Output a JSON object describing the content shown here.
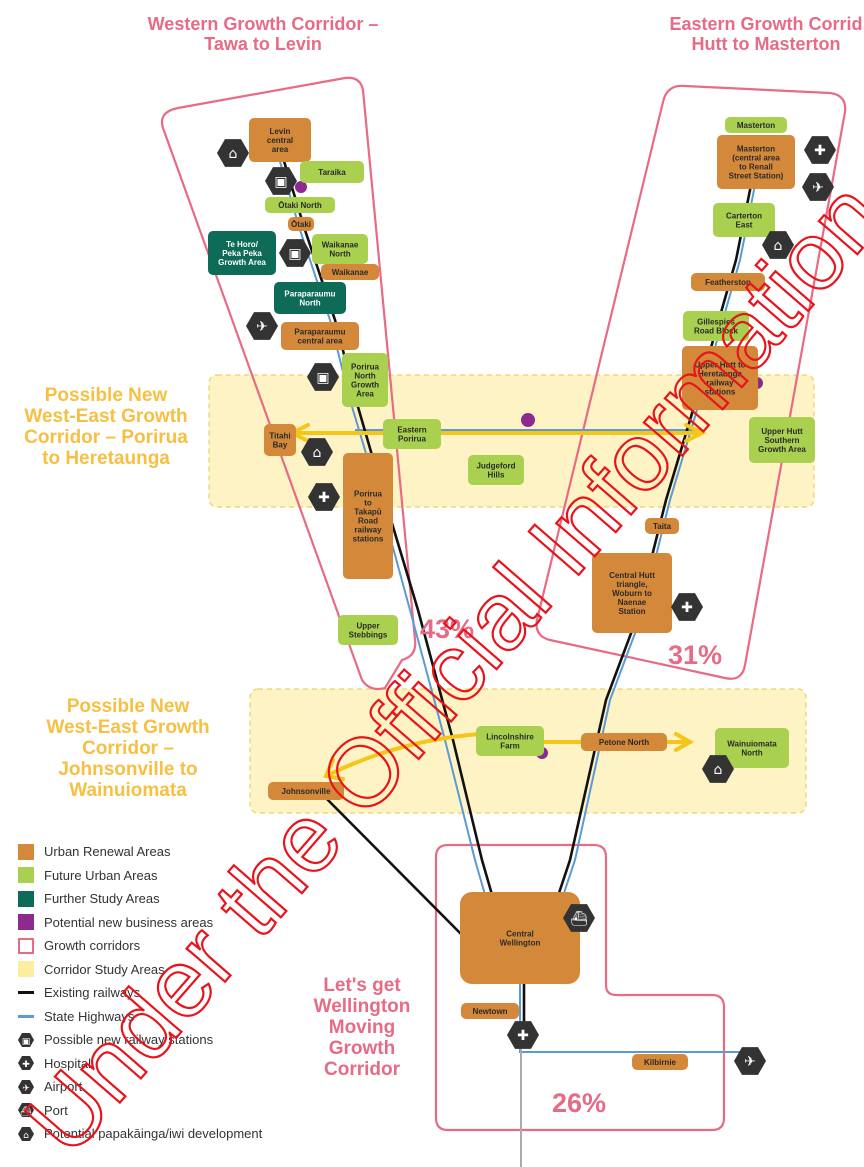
{
  "titles": {
    "western": "Western Growth Corridor –\nTawa to Levin",
    "eastern": "Eastern Growth Corrid\nHutt to Masterton"
  },
  "corridor_labels": {
    "porirua_heretaunga": "Possible New\nWest-East Growth\nCorridor – Porirua\nto Heretaunga",
    "johnsonville_wainuiomata": "Possible New\nWest-East Growth\nCorridor –\nJohnsonville to\nWainuiomata"
  },
  "lgwm_label": "Let's get\nWellington\nMoving\nGrowth\nCorridor",
  "percentages": {
    "west": "43%",
    "east": "31%",
    "central": "26%"
  },
  "places": {
    "levin": "Levin\ncentral\narea",
    "taraika": "Taraika",
    "otaki_north": "Ōtaki North",
    "otaki": "Ōtaki",
    "te_horo": "Te Horo/\nPeka Peka\nGrowth Area",
    "waikanae_north": "Waikanae\nNorth",
    "waikanae": "Waikanae",
    "paraparaumu_north": "Paraparaumu\nNorth",
    "paraparaumu_central": "Paraparaumu\ncentral area",
    "porirua_north": "Porirua\nNorth\nGrowth\nArea",
    "titahi_bay": "Titahi\nBay",
    "eastern_porirua": "Eastern\nPorirua",
    "judgeford": "Judgeford\nHills",
    "porirua_takapu": "Porirua\nto\nTakapū\nRoad\nrailway\nstations",
    "upper_stebbings": "Upper\nStebbings",
    "masterton": "Masterton",
    "masterton_central": "Masterton\n(central area\nto Renall\nStreet Station)",
    "carterton_east": "Carterton\nEast",
    "featherston": "Featherston",
    "gillespies": "Gillespies\nRoad Block",
    "upper_hutt_heretaunga": "Upper Hutt to\nHeretaunga\nrailway\nstations",
    "upper_hutt_southern": "Upper Hutt\nSouthern\nGrowth Area",
    "taita": "Taita",
    "central_hutt": "Central Hutt\ntriangle,\nWoburn to\nNaenae\nStation",
    "lincolnshire": "Lincolnshire\nFarm",
    "petone_north": "Petone North",
    "wainuiomata_north": "Wainuiomata\nNorth",
    "johnsonville": "Johnsonville",
    "central_wellington": "Central\nWellington",
    "newtown": "Newtown",
    "kilbirnie": "Kilbirnie"
  },
  "legend": [
    {
      "label": "Urban Renewal Areas",
      "kind": "swatch",
      "color": "#d4883a"
    },
    {
      "label": "Future Urban Areas",
      "kind": "swatch",
      "color": "#a9d04f"
    },
    {
      "label": "Further Study Areas",
      "kind": "swatch",
      "color": "#0d6b57"
    },
    {
      "label": "Potential new business areas",
      "kind": "swatch",
      "color": "#8d2a8e"
    },
    {
      "label": "Growth corridors",
      "kind": "outline",
      "color": "#e86b85"
    },
    {
      "label": "Corridor Study Areas",
      "kind": "swatch",
      "color": "#fbeea0"
    },
    {
      "label": "Existing railways",
      "kind": "line",
      "color": "#111111"
    },
    {
      "label": "State Highways",
      "kind": "line",
      "color": "#5a9bd5"
    },
    {
      "label": "Possible new railway stations",
      "kind": "icon",
      "icon": "train-station-icon"
    },
    {
      "label": "Hospital",
      "kind": "icon",
      "icon": "hospital-icon"
    },
    {
      "label": "Airport",
      "kind": "icon",
      "icon": "airport-icon"
    },
    {
      "label": "Port",
      "kind": "icon",
      "icon": "port-icon"
    },
    {
      "label": "Potential papakāinga/iwi development",
      "kind": "icon",
      "icon": "papakainga-icon"
    }
  ],
  "watermark": "Under the Official Information",
  "colors": {
    "urban_renewal": "#d4883a",
    "future_urban": "#a9d04f",
    "further_study": "#0d6b57",
    "business": "#8d2a8e",
    "corridor_outline": "#e86b85",
    "study_area": "#fdf3c4",
    "arrow": "#f5c518",
    "railway": "#111111",
    "highway": "#5a9bd5",
    "watermark": "#e8141c"
  }
}
